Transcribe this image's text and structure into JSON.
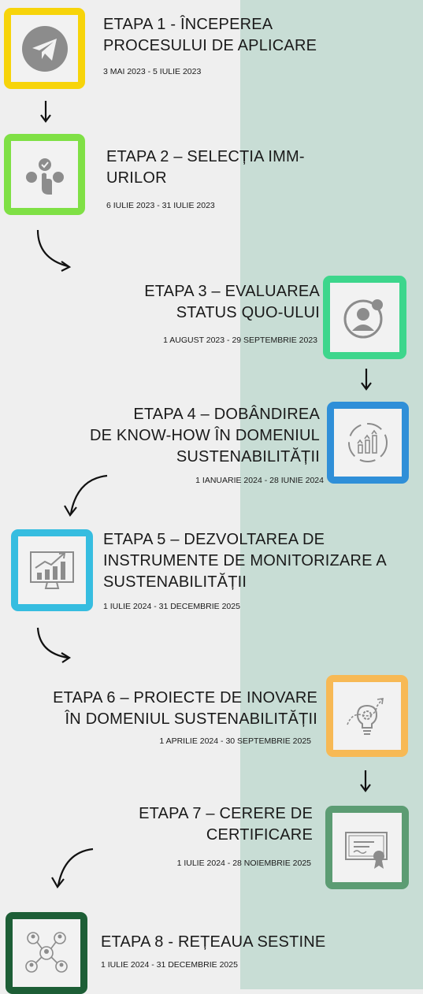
{
  "colors": {
    "left_bg": "#efefef",
    "right_bg": "#c8ddd5",
    "stage1": "#f7d40a",
    "stage2": "#7fe045",
    "stage3": "#3dd68c",
    "stage4": "#2f8fd8",
    "stage5": "#36bde0",
    "stage6": "#f7b955",
    "stage7": "#5c9c73",
    "stage8": "#1d5e36",
    "icon": "#8c8c8c"
  },
  "stages": [
    {
      "line1": "ETAPA 1 - ÎNCEPEREA",
      "line2": "PROCESULUI DE APLICARE",
      "line3": "",
      "date": "3 MAI 2023 - 5 IULIE 2023",
      "icon": "paper-plane-icon"
    },
    {
      "line1": "ETAPA  2 – SELECȚIA IMM-",
      "line2": "URILOR",
      "line3": "",
      "date": "6 IULIE 2023 - 31 IULIE 2023",
      "icon": "hand-select-icon"
    },
    {
      "line1": "ETAPA 3 – EVALUAREA",
      "line2": "STATUS QUO-ULUI",
      "line3": "",
      "date": "1 AUGUST 2023 - 29 SEPTEMBRIE 2023",
      "icon": "user-profile-icon"
    },
    {
      "line1": "ETAPA 4 –  DOBÂNDIREA",
      "line2": "DE KNOW-HOW ÎN DOMENIUL",
      "line3": "SUSTENABILITĂȚII",
      "date": "1 IANUARIE 2024 - 28 IUNIE 2024",
      "icon": "growth-cycle-icon"
    },
    {
      "line1": "ETAPA 5 – DEZVOLTAREA DE",
      "line2": "INSTRUMENTE DE MONITORIZARE A",
      "line3": "SUSTENABILITĂȚII",
      "date": "1 IULIE 2024 - 31 DECEMBRIE 2025",
      "icon": "monitor-chart-icon"
    },
    {
      "line1": "ETAPA 6 – PROIECTE DE INOVARE",
      "line2": "ÎN DOMENIUL SUSTENABILITĂȚII",
      "line3": "",
      "date": "1 APRILIE 2024 - 30 SEPTEMBRIE 2025",
      "icon": "innovation-bulb-icon"
    },
    {
      "line1": "ETAPA 7 –  CERERE DE",
      "line2": "CERTIFICARE",
      "line3": "",
      "date": "1 IULIE 2024 - 28 NOIEMBRIE 2025",
      "icon": "certificate-icon"
    },
    {
      "line1": "ETAPA 8 - REȚEAUA SESTINE",
      "line2": "",
      "line3": "",
      "date": "1 IULIE 2024 - 31 DECEMBRIE 2025",
      "icon": "network-icon"
    }
  ]
}
